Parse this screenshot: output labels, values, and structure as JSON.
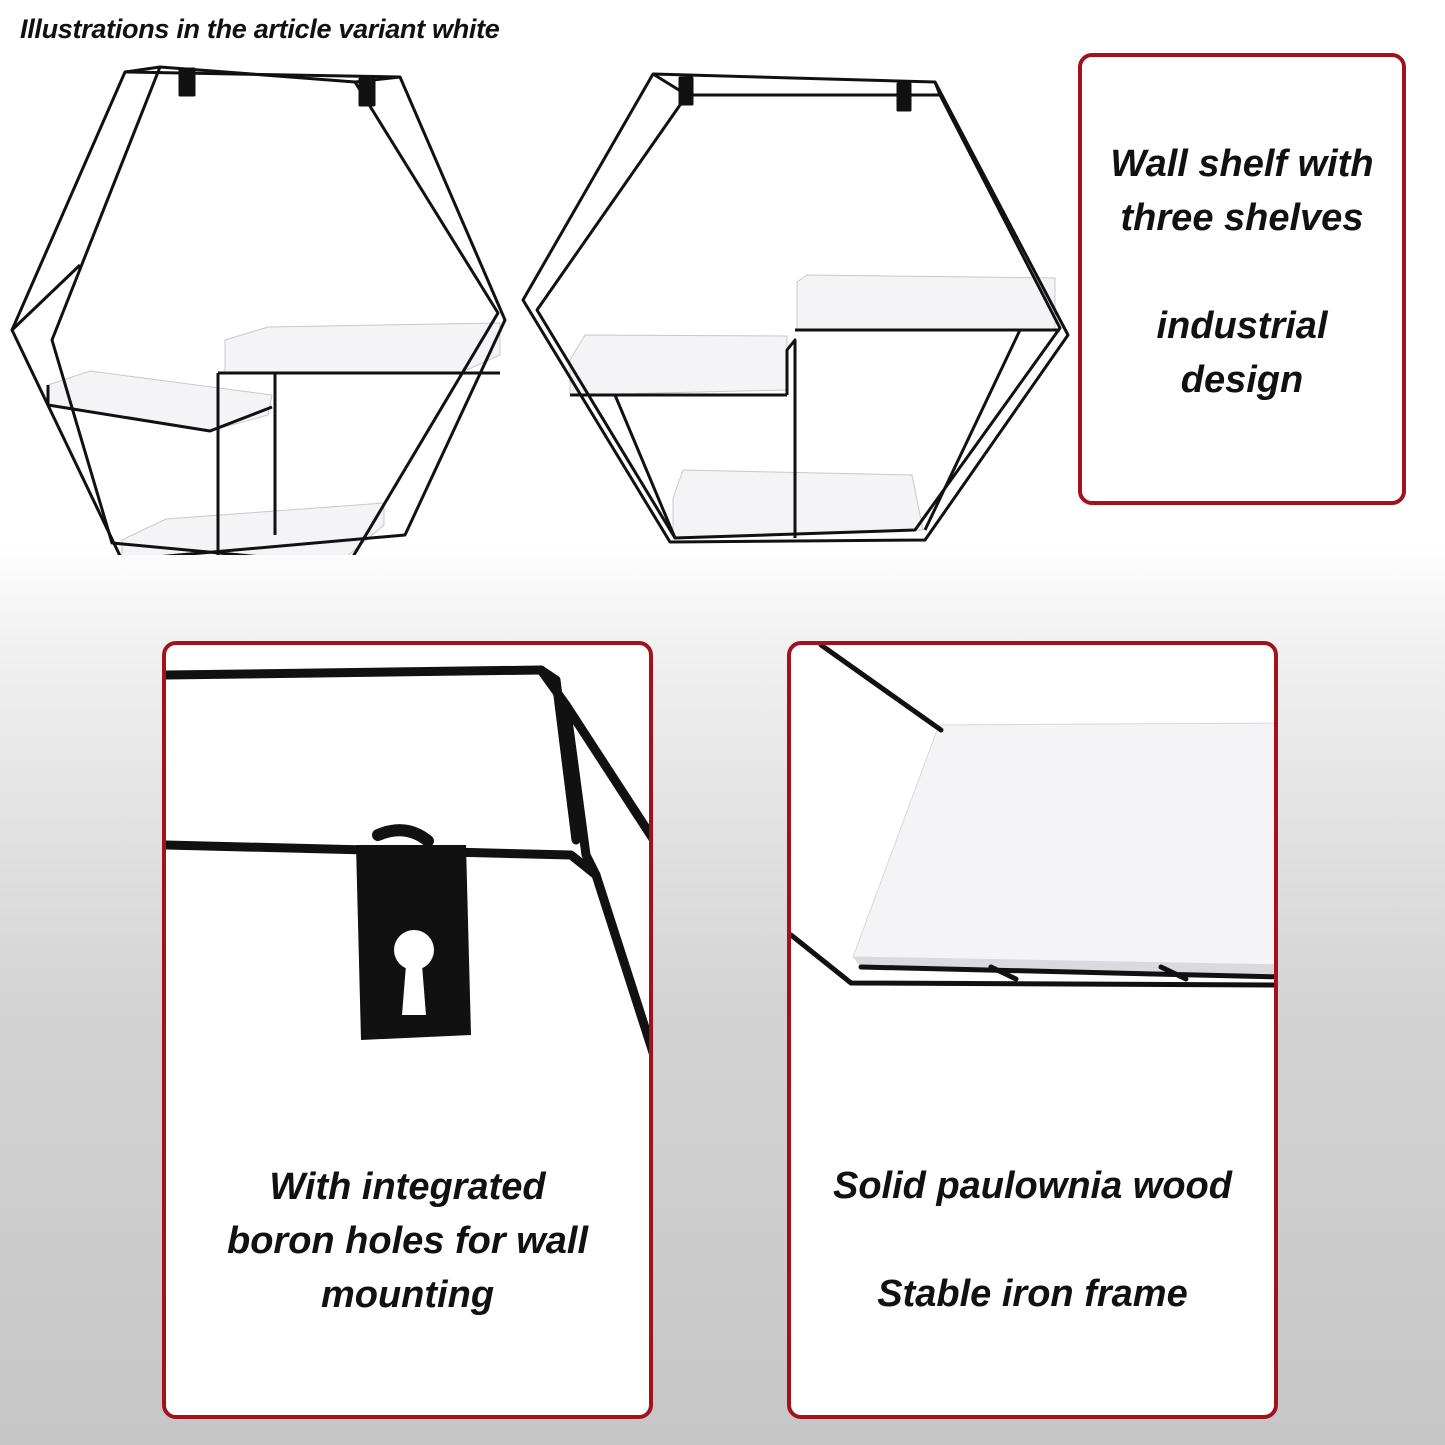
{
  "header": {
    "caption": "Illustrations in the article variant white"
  },
  "feature_card": {
    "line1": "Wall shelf with",
    "line2": "three shelves",
    "line3": "industrial",
    "line4": "design"
  },
  "mounting_card": {
    "line1": "With integrated",
    "line2": "boron holes for wall",
    "line3": "mounting"
  },
  "material_card": {
    "line1": "Solid paulownia wood",
    "line2": "Stable iron frame"
  },
  "colors": {
    "card_border": "#a0121e",
    "frame": "#111111",
    "shelf": "#f4f4f7"
  }
}
